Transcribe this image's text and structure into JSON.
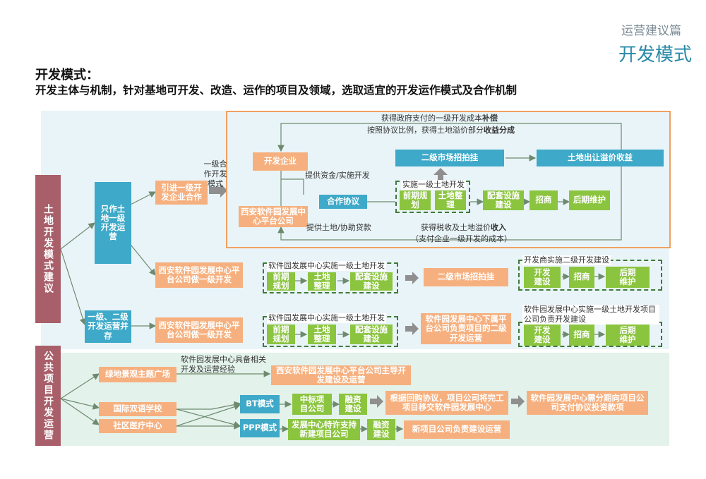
{
  "header": {
    "section": "运营建议篇",
    "title": "开发模式"
  },
  "intro": {
    "heading": "开发模式：",
    "subtitle": "开发主体与机制，针对基地可开发、改造、运作的项目及领域，选取适宜的开发运作模式及合作机制"
  },
  "side_labels": {
    "land": "土地开发模式建议",
    "public": "公共项目开发运营"
  },
  "top_panel": {
    "gov_comp_prefix": "获得政府支付的一级开发成本",
    "gov_comp_strong": "补偿",
    "premium_prefix": "按照协议比例，获得土地溢价部分",
    "premium_strong": "收益分成",
    "dev_company": "开发企业",
    "xian_company": "西安软件园发展中心平台公司",
    "funding_note": "提供资金/实施开发",
    "land_note": "提供土地/协助贷款",
    "coop_agreement": "合作协议",
    "primary_impl": "实施一级土地开发",
    "plan": "前期规划",
    "land_prep": "土地整理",
    "facilities": "配套设施建设",
    "attract": "招商",
    "maintain": "后期维护",
    "secondary_market": "二级市场招拍挂",
    "land_premium": "土地出让溢价收益",
    "tax_prefix": "获得税收及土地溢价",
    "tax_strong": "收入",
    "tax_note": "（支付企业一级开发的成本）"
  },
  "mode1": {
    "coop_label": "一级合作开发模式",
    "only_land": "只作土地一级开发运营",
    "introduce": "引进一级开发企业合作"
  },
  "row2": {
    "platform": "西安软件园发展中心平台公司做一级开发",
    "group_title": "软件园发展中心实施一级土地开发",
    "plan": "前期规划",
    "land_prep": "土地整理",
    "facilities": "配套设施建设",
    "secondary_market": "二级市场招拍挂",
    "dev_group_title": "开发商实施二级开发建设",
    "dev_build": "开发建设",
    "attract": "招商",
    "maintain": "后期维护"
  },
  "row3": {
    "parallel": "一级、二级开发运营并存",
    "platform": "西安软件园发展中心平台公司做一级开发",
    "group_title": "软件园发展中心实施一级土地开发",
    "plan": "前期规划",
    "land_prep": "土地整理",
    "facilities": "配套设施建设",
    "sub_company": "软件园发展中心下属平台公司负责项目的二级开发运营",
    "group2_title": "软件园发展中心实施一级土地开发项目公司负责开发建设",
    "dev_build": "开发建设",
    "attract": "招商",
    "maintain": "后期维护"
  },
  "public": {
    "green_plaza": "绿地景观主题广场",
    "experience_note": "软件园发展中心具备相关开发及运营经验",
    "lead_dev": "西安软件园发展中心平台公司主导开发建设及运营",
    "bilingual_school": "国际双语学校",
    "clinic": "社区医疗中心",
    "bt_mode": "BT模式",
    "bt_project_co": "中标项目公司",
    "bt_financing": "融资建设",
    "bt_transfer": "根据回购协议，项目公司将完工项目移交软件园发展中心",
    "bt_payment": "软件园发展中心需分期向项目公司支付协议投资款项",
    "ppp_mode": "PPP模式",
    "ppp_support": "发展中心特许支持新建项目公司",
    "ppp_financing": "融资建设",
    "ppp_new": "新项目公司负责建设运营"
  },
  "colors": {
    "orange_box": "#f6b07f",
    "teal_box": "#3ea9c8",
    "green_box": "#8bc43f",
    "maroon_box": "#a85f69",
    "panel_orange_border": "#f0a060",
    "bg_blue": "#e8f3f7",
    "bg_green": "#e3f2eb"
  }
}
